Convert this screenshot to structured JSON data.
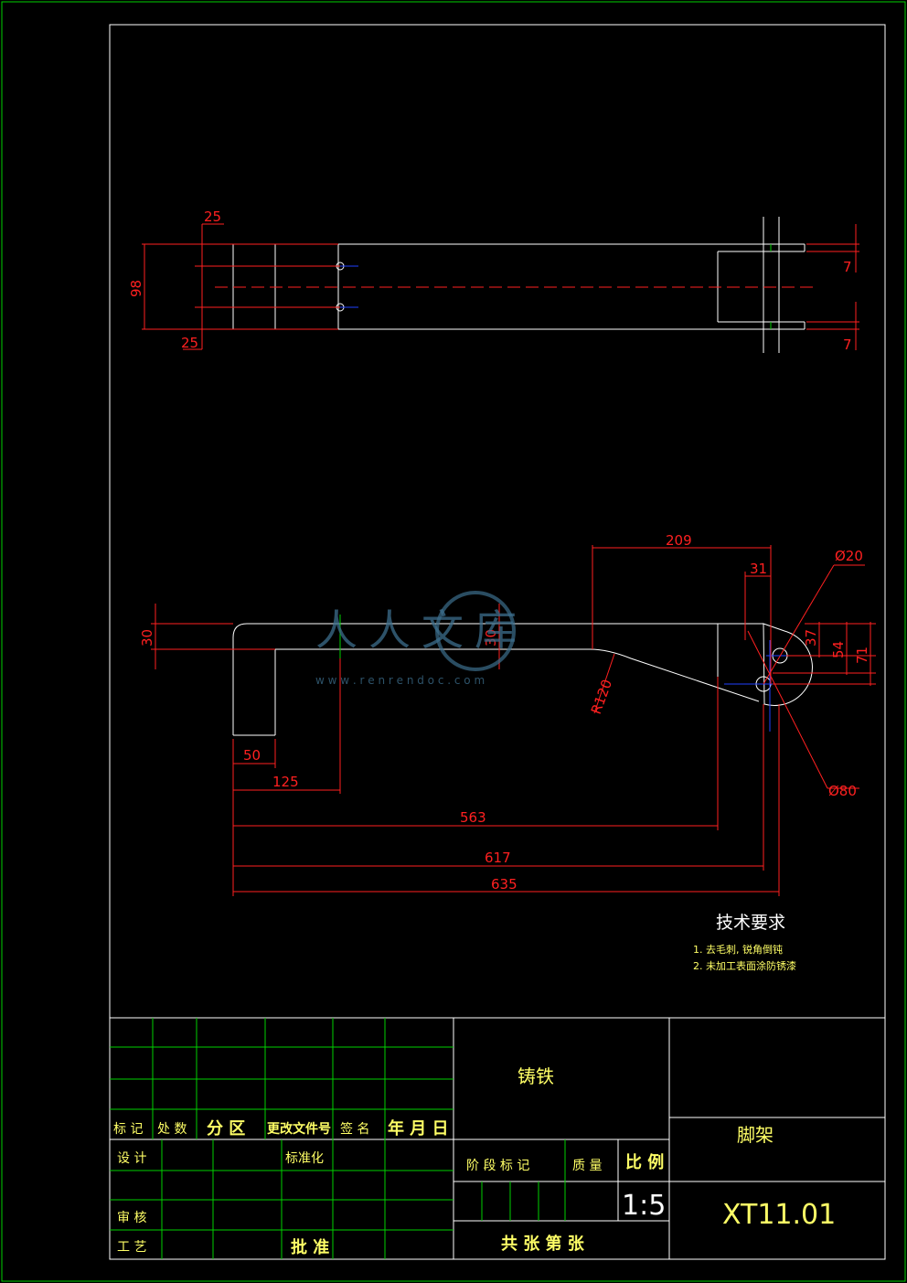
{
  "dimensions": {
    "top_view": {
      "d25_top": "25",
      "d98": "98",
      "d25_bottom": "25",
      "d7_top": "7",
      "d7_bottom": "7"
    },
    "front_view": {
      "d209": "209",
      "d31": "31",
      "phi20": "Ø20",
      "d30_left": "30",
      "d30_mid": "30",
      "d37": "37",
      "d54": "54",
      "d71": "71",
      "r120": "R120",
      "d50": "50",
      "d125": "125",
      "d563": "563",
      "d617": "617",
      "d635": "635",
      "phi80": "Ø80"
    }
  },
  "technical_requirements": {
    "title": "技术要求",
    "items": [
      "1. 去毛刺, 锐角倒钝",
      "2. 未加工表面涂防锈漆"
    ]
  },
  "title_block": {
    "material": "铸铁",
    "part_name": "脚架",
    "drawing_number": "XT11.01",
    "scale": "1:5",
    "labels": {
      "mark": "标 记",
      "count": "处 数",
      "zone": "分 区",
      "change_doc": "更改文件号",
      "signature": "签 名",
      "date": "年 月 日",
      "design": "设 计",
      "standardization": "标准化",
      "review": "审 核",
      "process": "工 艺",
      "approve": "批 准",
      "stage_mark": "阶 段 标 记",
      "mass": "质 量",
      "scale": "比 例",
      "sheets": "共    张 第    张"
    }
  },
  "watermark": {
    "text": "人人文库",
    "url": "w w w . r e n r e n d o c . c o m"
  },
  "colors": {
    "dimension": "#ff2020",
    "outline": "#ffffff",
    "grid": "#00d000",
    "title_text": "#ffff66",
    "centerline_blue": "#2040ff"
  }
}
